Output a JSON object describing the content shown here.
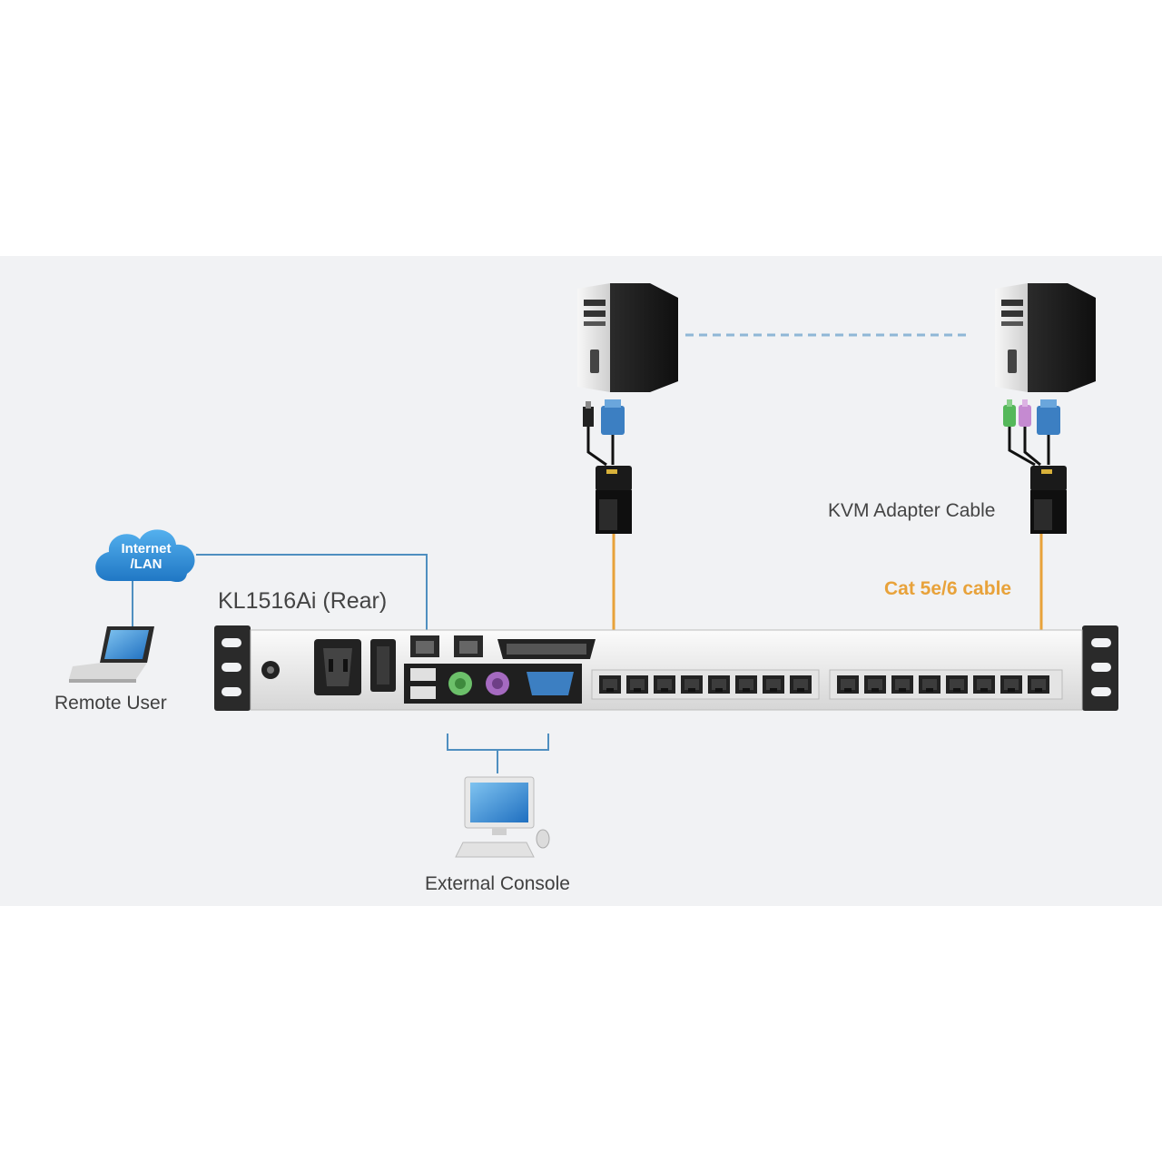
{
  "device": {
    "label": "KL1516Ai (Rear)"
  },
  "adapter": {
    "label": "KVM Adapter Cable"
  },
  "cable": {
    "label": "Cat 5e/6 cable",
    "color": "#e8a23a"
  },
  "network": {
    "line1": "Internet",
    "line2": "/LAN",
    "color": "#2f8fd6"
  },
  "remote_user": {
    "label": "Remote User"
  },
  "external_console": {
    "label": "External Console"
  },
  "colors": {
    "link": "#4f8fc0",
    "panel": "#f1f2f4",
    "port": "#2a2a2a",
    "dashed_link": "#8fb7d6"
  },
  "icons": [
    "server-tower-icon",
    "kvm-adapter-icon",
    "vga-connector-icon",
    "usb-connector-icon",
    "ps2-connector-icon",
    "cloud-icon",
    "laptop-icon",
    "desktop-console-icon"
  ]
}
